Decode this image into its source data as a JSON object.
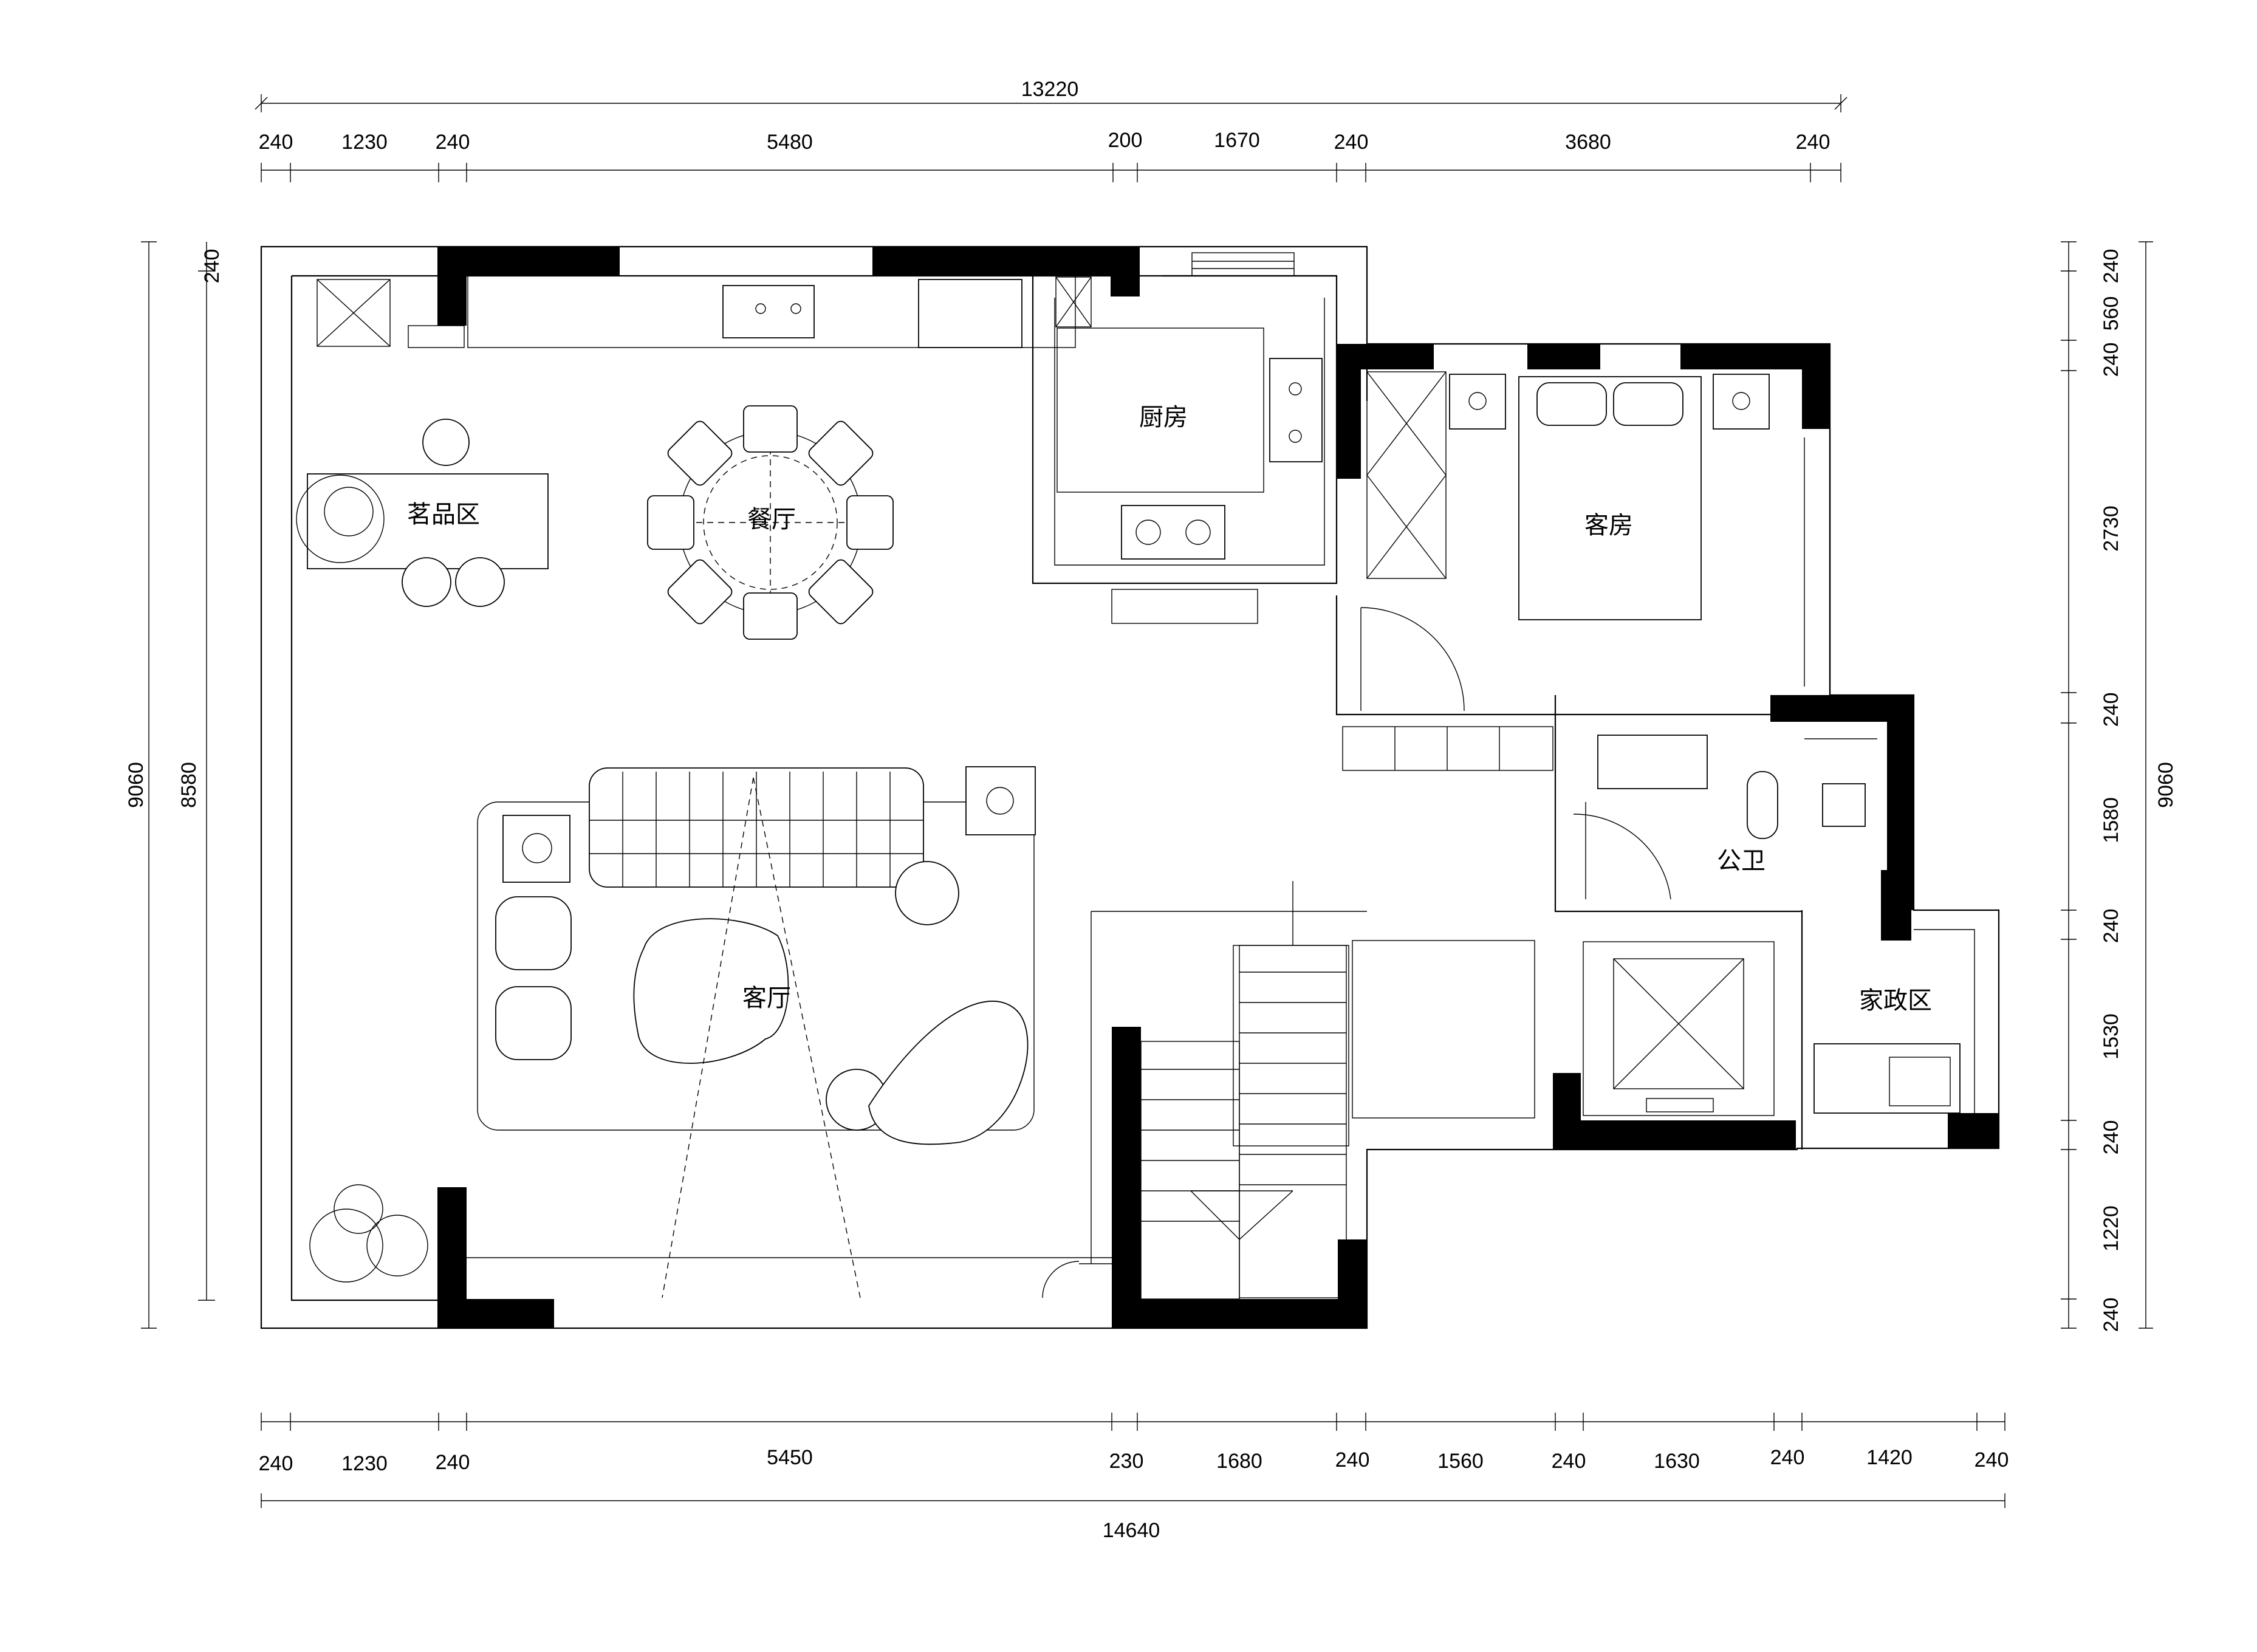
{
  "dimensions": {
    "top_total": "13220",
    "top_segments": [
      "240",
      "1230",
      "240",
      "5480",
      "200",
      "1670",
      "240",
      "3680",
      "240"
    ],
    "bottom_total": "14640",
    "bottom_segments": [
      "240",
      "1230",
      "240",
      "5450",
      "230",
      "1680",
      "240",
      "1560",
      "240",
      "1630",
      "240",
      "1420",
      "240"
    ],
    "left_total": "9060",
    "left_inner": "8580",
    "left_top": "240",
    "right_total": "9060",
    "right_segments": [
      "240",
      "560",
      "240",
      "2730",
      "240",
      "1580",
      "240",
      "1530",
      "240",
      "1220",
      "240"
    ]
  },
  "rooms": {
    "tea_area": "茗品区",
    "dining": "餐厅",
    "kitchen": "厨房",
    "guest_room": "客房",
    "living": "客厅",
    "public_bath": "公卫",
    "housekeeping": "家政区"
  }
}
